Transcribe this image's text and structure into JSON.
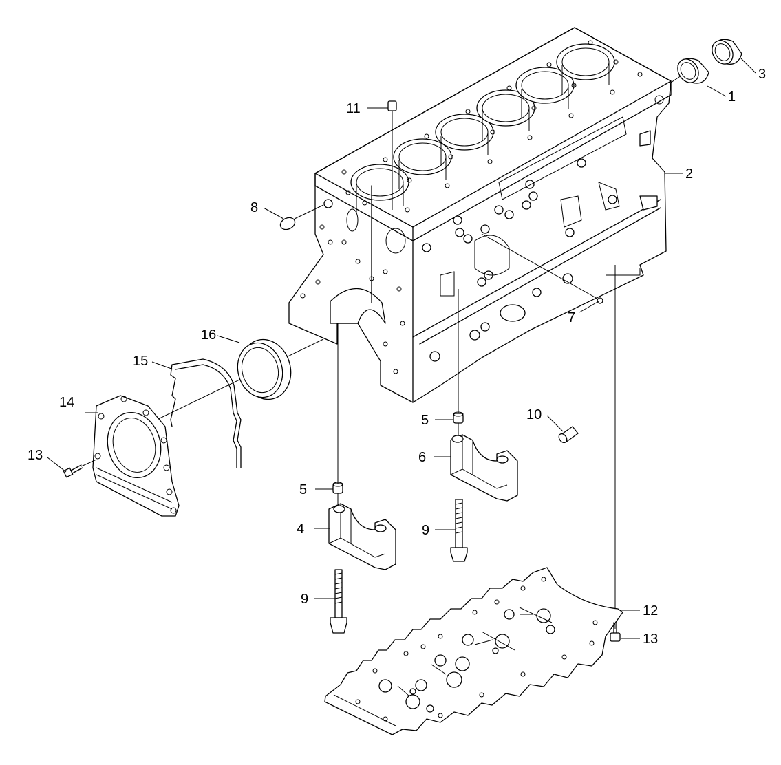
{
  "callouts": {
    "c1": "1",
    "c2": "2",
    "c3": "3",
    "c4": "4",
    "c5a": "5",
    "c5b": "5",
    "c6": "6",
    "c7": "7",
    "c8": "8",
    "c9a": "9",
    "c9b": "9",
    "c10": "10",
    "c11": "11",
    "c12": "12",
    "c13a": "13",
    "c13b": "13",
    "c14": "14",
    "c15": "15",
    "c16": "16"
  }
}
